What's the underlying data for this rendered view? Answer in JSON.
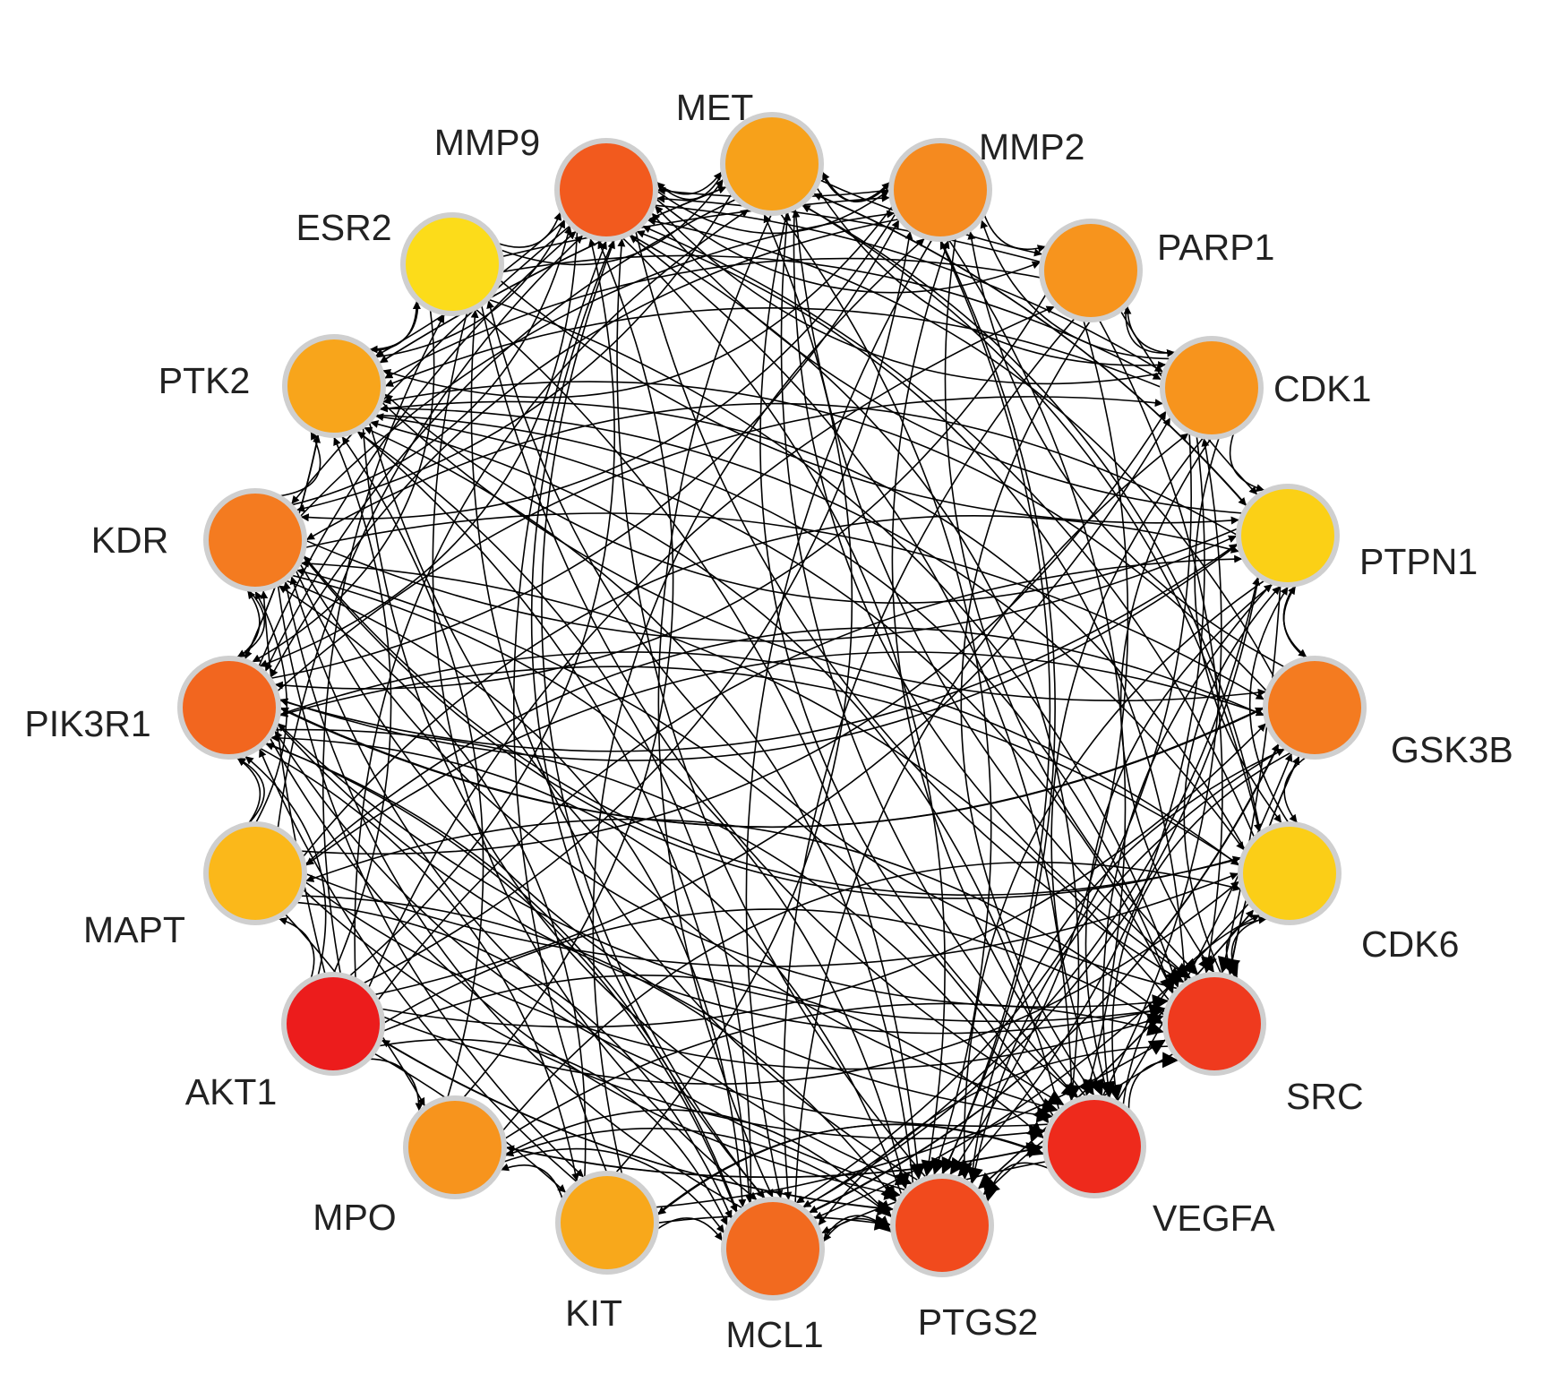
{
  "nodes": [
    {
      "id": "MET",
      "label": "MET",
      "color": "#F7A11A"
    },
    {
      "id": "MMP2",
      "label": "MMP2",
      "color": "#F58A1F"
    },
    {
      "id": "PARP1",
      "label": "PARP1",
      "color": "#F7941D"
    },
    {
      "id": "CDK1",
      "label": "CDK1",
      "color": "#F7941D"
    },
    {
      "id": "PTPN1",
      "label": "PTPN1",
      "color": "#FBD016"
    },
    {
      "id": "GSK3B",
      "label": "GSK3B",
      "color": "#F47B20"
    },
    {
      "id": "CDK6",
      "label": "CDK6",
      "color": "#FBCE17"
    },
    {
      "id": "SRC",
      "label": "SRC",
      "color": "#EF3A1E"
    },
    {
      "id": "VEGFA",
      "label": "VEGFA",
      "color": "#EE2A1C"
    },
    {
      "id": "PTGS2",
      "label": "PTGS2",
      "color": "#F14A1D"
    },
    {
      "id": "MCL1",
      "label": "MCL1",
      "color": "#F26A1F"
    },
    {
      "id": "KIT",
      "label": "KIT",
      "color": "#F8A81B"
    },
    {
      "id": "MPO",
      "label": "MPO",
      "color": "#F7941D"
    },
    {
      "id": "AKT1",
      "label": "AKT1",
      "color": "#EC1C1C"
    },
    {
      "id": "MAPT",
      "label": "MAPT",
      "color": "#FBB81A"
    },
    {
      "id": "PIK3R1",
      "label": "PIK3R1",
      "color": "#F2661F"
    },
    {
      "id": "KDR",
      "label": "KDR",
      "color": "#F47B20"
    },
    {
      "id": "PTK2",
      "label": "PTK2",
      "color": "#F8A51B"
    },
    {
      "id": "ESR2",
      "label": "ESR2",
      "color": "#FCDC1A"
    },
    {
      "id": "MMP9",
      "label": "MMP9",
      "color": "#F25A1E"
    }
  ],
  "edges": [
    [
      "MMP9",
      "MET"
    ],
    [
      "MET",
      "MMP2"
    ],
    [
      "MMP2",
      "PARP1"
    ],
    [
      "PARP1",
      "CDK1"
    ],
    [
      "CDK1",
      "PTPN1"
    ],
    [
      "ESR2",
      "MMP9"
    ],
    [
      "PTK2",
      "ESR2"
    ],
    [
      "KDR",
      "PTK2"
    ],
    [
      "PIK3R1",
      "KDR"
    ],
    [
      "MAPT",
      "PIK3R1"
    ],
    [
      "AKT1",
      "MAPT"
    ],
    [
      "AKT1",
      "PIK3R1"
    ],
    [
      "AKT1",
      "KDR"
    ],
    [
      "AKT1",
      "PTK2"
    ],
    [
      "AKT1",
      "ESR2"
    ],
    [
      "AKT1",
      "MMP9"
    ],
    [
      "AKT1",
      "MET"
    ],
    [
      "AKT1",
      "MMP2"
    ],
    [
      "AKT1",
      "MPO"
    ],
    [
      "AKT1",
      "KIT"
    ],
    [
      "AKT1",
      "MCL1"
    ],
    [
      "AKT1",
      "PTGS2"
    ],
    [
      "AKT1",
      "SRC"
    ],
    [
      "AKT1",
      "GSK3B"
    ],
    [
      "AKT1",
      "PTPN1"
    ],
    [
      "AKT1",
      "CDK1"
    ],
    [
      "AKT1",
      "PARP1"
    ],
    [
      "AKT1",
      "CDK6"
    ],
    [
      "AKT1",
      "VEGFA"
    ],
    [
      "VEGFA",
      "PTGS2"
    ],
    [
      "VEGFA",
      "MCL1"
    ],
    [
      "VEGFA",
      "SRC"
    ],
    [
      "VEGFA",
      "CDK6"
    ],
    [
      "VEGFA",
      "GSK3B"
    ],
    [
      "VEGFA",
      "PTPN1"
    ],
    [
      "VEGFA",
      "CDK1"
    ],
    [
      "VEGFA",
      "MMP2"
    ],
    [
      "VEGFA",
      "MMP9"
    ],
    [
      "VEGFA",
      "MET"
    ],
    [
      "VEGFA",
      "KDR"
    ],
    [
      "VEGFA",
      "PIK3R1"
    ],
    [
      "VEGFA",
      "PTK2"
    ],
    [
      "VEGFA",
      "MPO"
    ],
    [
      "VEGFA",
      "KIT"
    ],
    [
      "SRC",
      "PTGS2"
    ],
    [
      "SRC",
      "MCL1"
    ],
    [
      "SRC",
      "CDK6"
    ],
    [
      "SRC",
      "GSK3B"
    ],
    [
      "SRC",
      "PTPN1"
    ],
    [
      "SRC",
      "PTK2"
    ],
    [
      "SRC",
      "PIK3R1"
    ],
    [
      "SRC",
      "KDR"
    ],
    [
      "SRC",
      "MET"
    ],
    [
      "SRC",
      "MMP9"
    ],
    [
      "SRC",
      "ESR2"
    ],
    [
      "SRC",
      "MAPT"
    ],
    [
      "PTGS2",
      "MCL1"
    ],
    [
      "PTGS2",
      "MMP2"
    ],
    [
      "PTGS2",
      "MMP9"
    ],
    [
      "PTGS2",
      "PIK3R1"
    ],
    [
      "PTGS2",
      "ESR2"
    ],
    [
      "PTGS2",
      "CDK6"
    ],
    [
      "PTGS2",
      "GSK3B"
    ],
    [
      "KIT",
      "MPO"
    ],
    [
      "KIT",
      "MCL1"
    ],
    [
      "KIT",
      "PTGS2"
    ],
    [
      "KIT",
      "PIK3R1"
    ],
    [
      "KIT",
      "SRC"
    ],
    [
      "MCL1",
      "PTGS2"
    ],
    [
      "MCL1",
      "GSK3B"
    ],
    [
      "MCL1",
      "CDK1"
    ],
    [
      "MCL1",
      "PTPN1"
    ],
    [
      "MPO",
      "PTGS2"
    ],
    [
      "MPO",
      "MMP9"
    ],
    [
      "MPO",
      "MCL1"
    ],
    [
      "GSK3B",
      "MAPT"
    ],
    [
      "GSK3B",
      "PIK3R1"
    ],
    [
      "GSK3B",
      "CDK6"
    ],
    [
      "GSK3B",
      "PTPN1"
    ],
    [
      "GSK3B",
      "MMP9"
    ],
    [
      "GSK3B",
      "MCL1"
    ],
    [
      "GSK3B",
      "PTK2"
    ],
    [
      "CDK6",
      "PTPN1"
    ],
    [
      "CDK6",
      "PIK3R1"
    ],
    [
      "CDK6",
      "MCL1"
    ],
    [
      "CDK6",
      "PTK2"
    ],
    [
      "PTPN1",
      "PTK2"
    ],
    [
      "PTPN1",
      "KDR"
    ],
    [
      "PTPN1",
      "PIK3R1"
    ],
    [
      "PTPN1",
      "MET"
    ],
    [
      "PTPN1",
      "GSK3B"
    ],
    [
      "CDK1",
      "PTK2"
    ],
    [
      "CDK1",
      "MCL1"
    ],
    [
      "CDK1",
      "PARP1"
    ],
    [
      "CDK1",
      "MMP2"
    ],
    [
      "PARP1",
      "PTK2"
    ],
    [
      "PARP1",
      "PTGS2"
    ],
    [
      "PARP1",
      "MCL1"
    ],
    [
      "MMP2",
      "PTK2"
    ],
    [
      "MMP2",
      "MMP9"
    ],
    [
      "MMP2",
      "KDR"
    ],
    [
      "MMP2",
      "PIK3R1"
    ],
    [
      "MMP2",
      "PTGS2"
    ],
    [
      "MET",
      "PTK2"
    ],
    [
      "MET",
      "KDR"
    ],
    [
      "MET",
      "PIK3R1"
    ],
    [
      "MET",
      "MMP9"
    ],
    [
      "MET",
      "SRC"
    ],
    [
      "MET",
      "PTGS2"
    ],
    [
      "MET",
      "MCL1"
    ],
    [
      "MET",
      "CDK6"
    ],
    [
      "MMP9",
      "PTK2"
    ],
    [
      "MMP9",
      "PIK3R1"
    ],
    [
      "MMP9",
      "MMP2"
    ],
    [
      "MMP9",
      "PTGS2"
    ],
    [
      "MMP9",
      "KDR"
    ],
    [
      "ESR2",
      "PTK2"
    ],
    [
      "ESR2",
      "PTPN1"
    ],
    [
      "ESR2",
      "MMP2"
    ],
    [
      "ESR2",
      "MET"
    ],
    [
      "ESR2",
      "CDK1"
    ],
    [
      "PTK2",
      "PIK3R1"
    ],
    [
      "PTK2",
      "MET"
    ],
    [
      "PTK2",
      "MMP9"
    ],
    [
      "PTK2",
      "SRC"
    ],
    [
      "PTK2",
      "PTGS2"
    ],
    [
      "KDR",
      "PIK3R1"
    ],
    [
      "KDR",
      "MMP9"
    ],
    [
      "KDR",
      "MMP2"
    ],
    [
      "KDR",
      "PTPN1"
    ],
    [
      "KDR",
      "GSK3B"
    ],
    [
      "KDR",
      "SRC"
    ],
    [
      "KDR",
      "PTGS2"
    ],
    [
      "KDR",
      "VEGFA"
    ],
    [
      "PIK3R1",
      "MMP9"
    ],
    [
      "PIK3R1",
      "MMP2"
    ],
    [
      "PIK3R1",
      "MCL1"
    ],
    [
      "PIK3R1",
      "PTGS2"
    ],
    [
      "PIK3R1",
      "PTK2"
    ],
    [
      "PIK3R1",
      "SRC"
    ],
    [
      "PIK3R1",
      "VEGFA"
    ],
    [
      "PIK3R1",
      "PTPN1"
    ],
    [
      "PIK3R1",
      "CDK1"
    ],
    [
      "MAPT",
      "PIK3R1"
    ],
    [
      "MAPT",
      "GSK3B"
    ],
    [
      "MAPT",
      "CDK1"
    ],
    [
      "MAPT",
      "MCL1"
    ],
    [
      "MAPT",
      "SRC"
    ],
    [
      "MAPT",
      "PTGS2"
    ],
    [
      "MAPT",
      "KDR"
    ],
    [
      "MAPT",
      "MMP9"
    ],
    [
      "MAPT",
      "VEGFA"
    ],
    [
      "MCL1",
      "MMP9"
    ],
    [
      "MCL1",
      "PTK2"
    ],
    [
      "MCL1",
      "KDR"
    ],
    [
      "MCL1",
      "PIK3R1"
    ],
    [
      "KIT",
      "MMP9"
    ],
    [
      "KIT",
      "MET"
    ],
    [
      "KIT",
      "MMP2"
    ],
    [
      "KIT",
      "KDR"
    ],
    [
      "KIT",
      "VEGFA"
    ],
    [
      "MPO",
      "PTK2"
    ],
    [
      "MPO",
      "SRC"
    ],
    [
      "MPO",
      "VEGFA"
    ],
    [
      "MPO",
      "CDK6"
    ],
    [
      "PTGS2",
      "PTK2"
    ],
    [
      "PTGS2",
      "KDR"
    ],
    [
      "PTGS2",
      "MPO"
    ],
    [
      "PTGS2",
      "AKT1"
    ],
    [
      "CDK6",
      "MMP9"
    ],
    [
      "CDK6",
      "KDR"
    ],
    [
      "CDK6",
      "MET"
    ],
    [
      "CDK6",
      "PTGS2"
    ],
    [
      "CDK6",
      "SRC"
    ],
    [
      "GSK3B",
      "MMP2"
    ],
    [
      "GSK3B",
      "PTGS2"
    ],
    [
      "GSK3B",
      "SRC"
    ],
    [
      "GSK3B",
      "VEGFA"
    ],
    [
      "PTPN1",
      "SRC"
    ],
    [
      "PTPN1",
      "PTGS2"
    ],
    [
      "PTPN1",
      "MCL1"
    ],
    [
      "PTPN1",
      "VEGFA"
    ],
    [
      "PTPN1",
      "MMP9"
    ],
    [
      "CDK1",
      "SRC"
    ],
    [
      "CDK1",
      "PTGS2"
    ],
    [
      "CDK1",
      "VEGFA"
    ],
    [
      "CDK1",
      "MMP9"
    ],
    [
      "CDK1",
      "CDK6"
    ],
    [
      "PARP1",
      "SRC"
    ],
    [
      "PARP1",
      "VEGFA"
    ],
    [
      "PARP1",
      "PIK3R1"
    ],
    [
      "PARP1",
      "MMP9"
    ],
    [
      "PARP1",
      "PTPN1"
    ],
    [
      "MMP2",
      "SRC"
    ],
    [
      "MMP2",
      "VEGFA"
    ],
    [
      "MMP2",
      "MCL1"
    ],
    [
      "MMP2",
      "MET"
    ],
    [
      "MET",
      "VEGFA"
    ],
    [
      "MET",
      "PARP1"
    ],
    [
      "MET",
      "CDK1"
    ],
    [
      "MET",
      "PTPN1"
    ],
    [
      "MMP9",
      "SRC"
    ],
    [
      "MMP9",
      "VEGFA"
    ],
    [
      "MMP9",
      "MCL1"
    ],
    [
      "MMP9",
      "CDK1"
    ],
    [
      "MMP9",
      "PARP1"
    ],
    [
      "ESR2",
      "SRC"
    ],
    [
      "ESR2",
      "VEGFA"
    ],
    [
      "ESR2",
      "PTGS2"
    ],
    [
      "ESR2",
      "MCL1"
    ],
    [
      "ESR2",
      "PIK3R1"
    ],
    [
      "PTK2",
      "VEGFA"
    ],
    [
      "PTK2",
      "CDK6"
    ],
    [
      "PTK2",
      "GSK3B"
    ],
    [
      "PTK2",
      "MCL1"
    ],
    [
      "KDR",
      "CDK6"
    ],
    [
      "KDR",
      "MCL1"
    ],
    [
      "KDR",
      "KIT"
    ],
    [
      "PIK3R1",
      "CDK6"
    ],
    [
      "PIK3R1",
      "GSK3B"
    ],
    [
      "PIK3R1",
      "KIT"
    ],
    [
      "MAPT",
      "CDK6"
    ],
    [
      "MAPT",
      "PTPN1"
    ],
    [
      "MAPT",
      "MPO"
    ]
  ]
}
